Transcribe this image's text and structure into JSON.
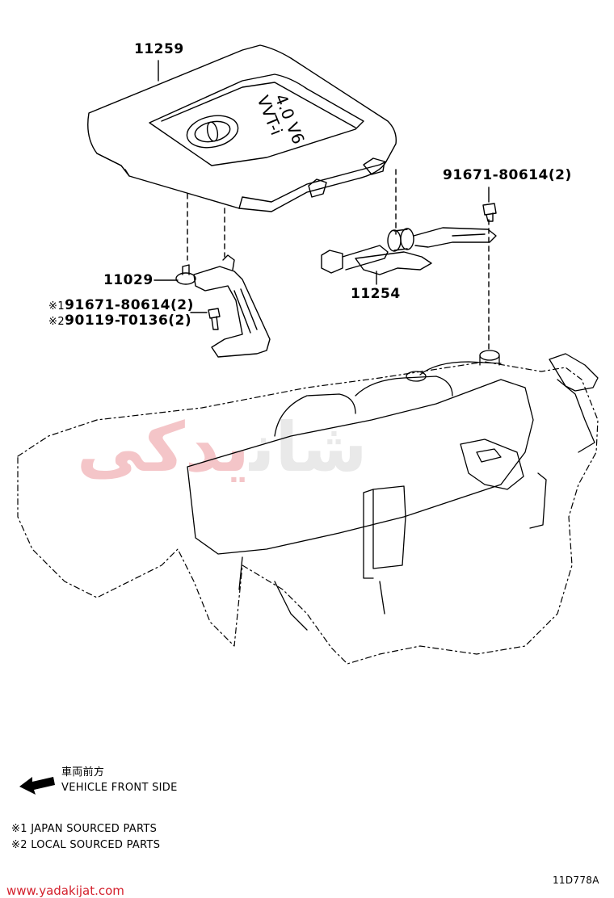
{
  "labels": {
    "cover": "11259",
    "grommet": "11029",
    "bolt_japan": "91671-80614(2)",
    "bolt_local": "90119-T0136(2)",
    "mark_japan": "※1",
    "mark_local": "※2",
    "bracket": "11254",
    "bolt_right": "91671-80614(2)"
  },
  "emblem": {
    "line1": "VVT-i",
    "line2": "4.0 V6"
  },
  "direction": {
    "jp": "車両前方",
    "en": "VEHICLE FRONT SIDE"
  },
  "legend": [
    "※1 JAPAN SOURCED PARTS",
    "※2 LOCAL SOURCED PARTS"
  ],
  "code": "11D778A",
  "watermark": {
    "grey": "ﺷﺎﻧ",
    "red": "ﯾﺪﮐﯽ"
  },
  "url": "www.yadakijat.com",
  "colors": {
    "line": "#000000",
    "watermark_grey": "#e9e9e9",
    "watermark_red": "#f4c5c8",
    "url": "#d4202c"
  }
}
